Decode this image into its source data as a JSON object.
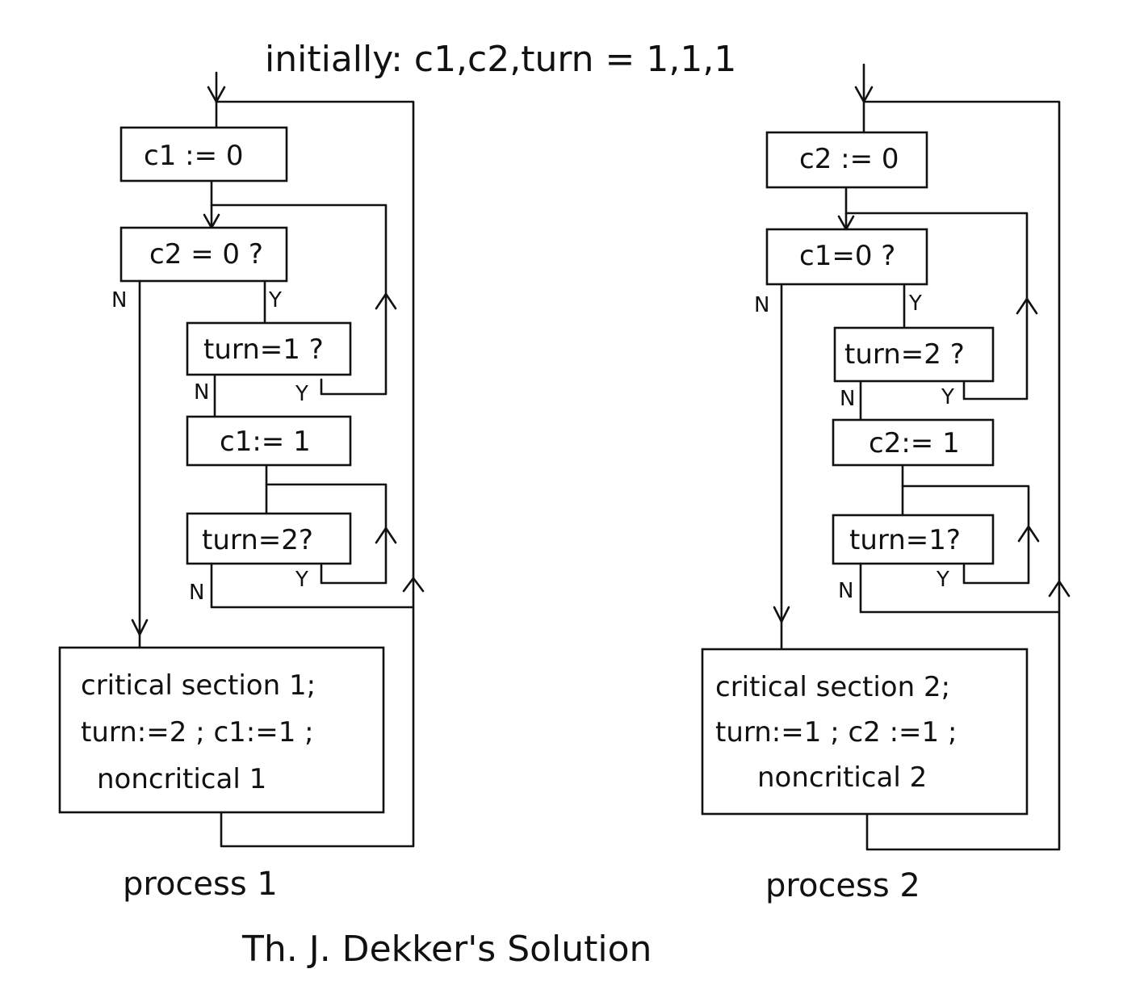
{
  "header": {
    "initial_condition": "initially:   c1,c2,turn =  1,1,1"
  },
  "process1": {
    "box_c1_0": "c1 := 0",
    "box_c2_test": "c2 = 0 ?",
    "box_turn1_test": "turn=1 ?",
    "box_c1_1": "c1:= 1",
    "box_turn2_test": "turn=2?",
    "crit_line1": "critical section 1;",
    "crit_line2": "turn:=2 ; c1:=1 ;",
    "crit_line3": "noncritical 1",
    "caption": "process 1"
  },
  "process2": {
    "box_c2_0": "c2 := 0",
    "box_c1_test": "c1=0 ?",
    "box_turn2_test": "turn=2 ?",
    "box_c2_1": "c2:= 1",
    "box_turn1_test": "turn=1?",
    "crit_line1": "critical section 2;",
    "crit_line2": "turn:=1 ; c2 :=1 ;",
    "crit_line3": "noncritical 2",
    "caption": "process 2"
  },
  "branch_labels": {
    "yes": "Y",
    "no": "N"
  },
  "footer": {
    "title": "Th. J. Dekker's   Solution"
  }
}
